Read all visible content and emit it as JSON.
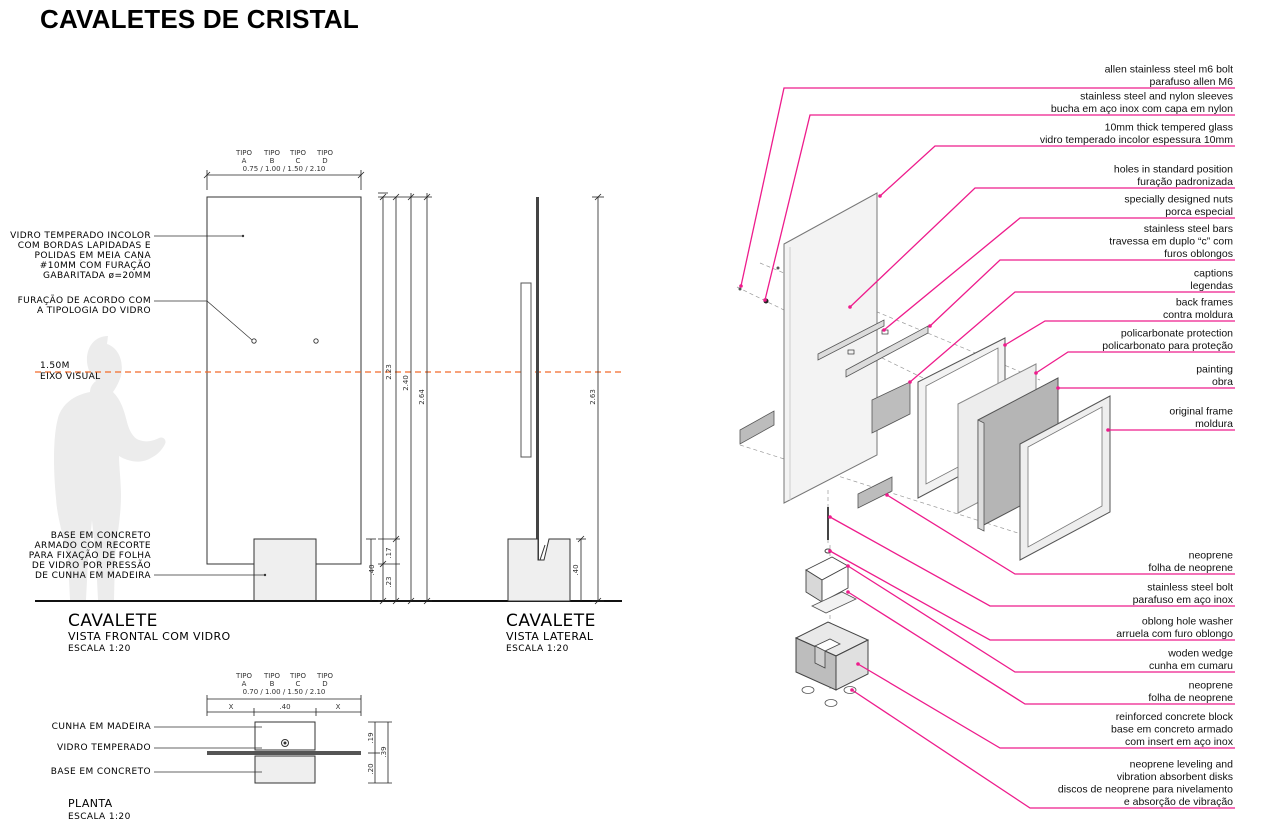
{
  "title": "CAVALETES DE CRISTAL",
  "colors": {
    "accent_magenta": "#ee1c8c",
    "eye_line_orange": "#f26b2a",
    "ink": "#1a1a1a"
  },
  "front": {
    "tipos": [
      "TIPO\nA",
      "TIPO\nB",
      "TIPO\nC",
      "TIPO\nD"
    ],
    "tipo_labels": [
      "TIPO",
      "A",
      "TIPO",
      "B",
      "TIPO",
      "C",
      "TIPO",
      "D"
    ],
    "widths": "0.75 / 1.00 / 1.50 / 2.10",
    "label_glass": [
      "VIDRO TEMPERADO INCOLOR",
      "COM BORDAS LAPIDADAS E",
      "POLIDAS EM MEIA CANA",
      "#10MM COM FURAÇÃO",
      "GABARITADA ø=20MM"
    ],
    "label_holes": [
      "FURAÇÃO DE ACORDO COM",
      "A TIPOLOGIA DO VIDRO"
    ],
    "eye_level": [
      "1.50M",
      "EIXO VISUAL"
    ],
    "label_base": [
      "BASE EM CONCRETO",
      "ARMADO COM RECORTE",
      "PARA FIXAÇÃO DE FOLHA",
      "DE VIDRO POR PRESSÃO",
      "DE CUNHA EM MADEIRA"
    ],
    "dims": {
      "d1": "2.23",
      "d2": "2.40",
      "d3": "2.64",
      "d4": ".17",
      "d5": ".23",
      "d6": ".40"
    },
    "caption": "CAVALETE",
    "subcaption": "VISTA FRONTAL COM VIDRO",
    "scale": "ESCALA 1:20"
  },
  "side": {
    "dims": {
      "d1": "2.63",
      "d2": ".40"
    },
    "caption": "CAVALETE",
    "subcaption": "VISTA LATERAL",
    "scale": "ESCALA 1:20"
  },
  "plan": {
    "tipo_labels": [
      "TIPO",
      "A",
      "TIPO",
      "B",
      "TIPO",
      "C",
      "TIPO",
      "D"
    ],
    "widths": "0.70 / 1.00 / 1.50 / 2.10",
    "dims_h": [
      "X",
      ".40",
      "X"
    ],
    "dims_v": [
      ".19",
      ".39",
      ".20"
    ],
    "labels": [
      "CUNHA EM MADEIRA",
      "VIDRO TEMPERADO",
      "BASE EM CONCRETO"
    ],
    "caption": "PLANTA",
    "scale": "ESCALA 1:20"
  },
  "legend": [
    [
      "allen stainless steel m6 bolt",
      "parafuso allen M6"
    ],
    [
      "stainless steel and nylon sleeves",
      "bucha em aço inox com capa em nylon"
    ],
    [
      "10mm thick tempered glass",
      "vidro temperado incolor espessura 10mm"
    ],
    [
      "holes in standard position",
      "furação padronizada"
    ],
    [
      "specially designed nuts",
      "porca especial"
    ],
    [
      "stainless steel bars",
      "travessa em duplo “c” com",
      "furos oblongos"
    ],
    [
      "captions",
      "legendas"
    ],
    [
      "back frames",
      "contra moldura"
    ],
    [
      "policarbonate protection",
      "policarbonato para proteção"
    ],
    [
      "painting",
      "obra"
    ],
    [
      "original frame",
      "moldura"
    ],
    [
      "neoprene",
      "folha de neoprene"
    ],
    [
      "stainless steel bolt",
      "parafuso em aço inox"
    ],
    [
      "oblong hole washer",
      "arruela com furo oblongo"
    ],
    [
      "woden wedge",
      "cunha em cumaru"
    ],
    [
      "neoprene",
      "folha de neoprene"
    ],
    [
      "reinforced concrete block",
      "base em concreto armado",
      "com insert em aço inox"
    ],
    [
      "neoprene leveling and",
      "vibration absorbent disks",
      "discos de neoprene para nivelamento",
      "e absorção de vibração"
    ]
  ]
}
